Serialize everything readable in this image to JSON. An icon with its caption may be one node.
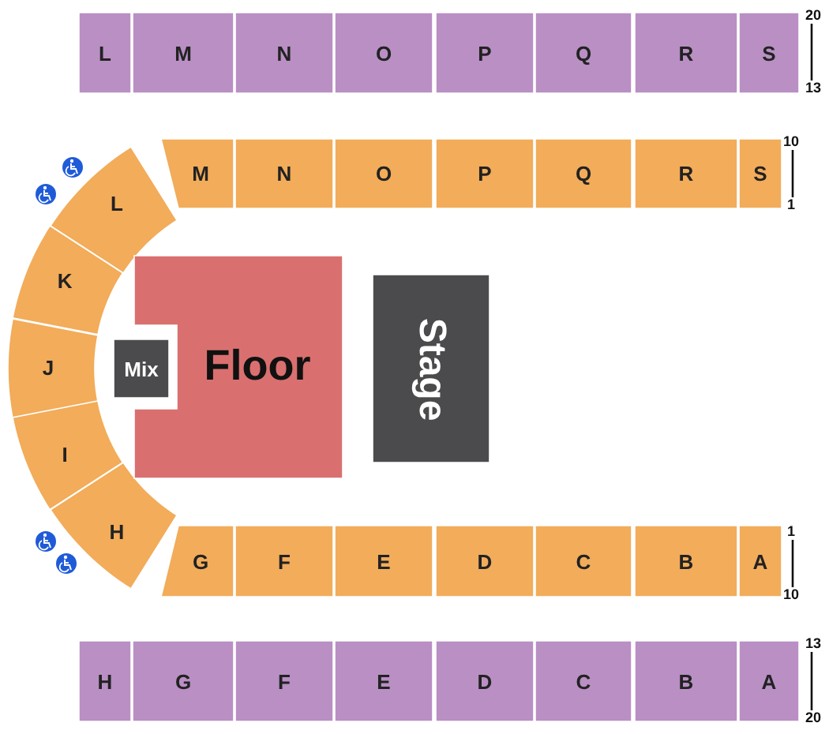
{
  "diagram": {
    "nodes": [
      {
        "text": [
          "L"
        ]
      },
      {
        "text": [
          "M"
        ]
      },
      {
        "text": [
          "N"
        ]
      },
      {
        "text": [
          "O"
        ]
      },
      {
        "text": [
          "P"
        ]
      },
      {
        "text": [
          "Q"
        ]
      },
      {
        "text": [
          "R"
        ]
      },
      {
        "text": [
          "S"
        ]
      },
      {
        "text": [
          "M"
        ]
      },
      {
        "text": [
          "N"
        ]
      },
      {
        "text": [
          "O"
        ]
      },
      {
        "text": [
          "P"
        ]
      },
      {
        "text": [
          "Q"
        ]
      },
      {
        "text": [
          "R"
        ]
      },
      {
        "text": [
          "S"
        ]
      },
      {
        "text": [
          "L"
        ]
      },
      {
        "text": [
          "K"
        ]
      },
      {
        "text": [
          "J"
        ]
      },
      {
        "text": [
          "I"
        ]
      },
      {
        "text": [
          "H"
        ]
      },
      {
        "text": [
          "Floor"
        ]
      },
      {
        "text": [
          "Mix"
        ]
      },
      {
        "text": [
          "Stage"
        ]
      },
      {
        "text": [
          "G"
        ]
      },
      {
        "text": [
          "F"
        ]
      },
      {
        "text": [
          "E"
        ]
      },
      {
        "text": [
          "D"
        ]
      },
      {
        "text": [
          "C"
        ]
      },
      {
        "text": [
          "B"
        ]
      },
      {
        "text": [
          "A"
        ]
      },
      {
        "text": [
          "H"
        ]
      },
      {
        "text": [
          "G"
        ]
      },
      {
        "text": [
          "F"
        ]
      },
      {
        "text": [
          "E"
        ]
      },
      {
        "text": [
          "D"
        ]
      },
      {
        "text": [
          "C"
        ]
      },
      {
        "text": [
          "B"
        ]
      },
      {
        "text": [
          "A"
        ]
      }
    ],
    "labels": [
      "20",
      "13",
      "10",
      "1",
      "1",
      "10",
      "13",
      "20"
    ]
  }
}
